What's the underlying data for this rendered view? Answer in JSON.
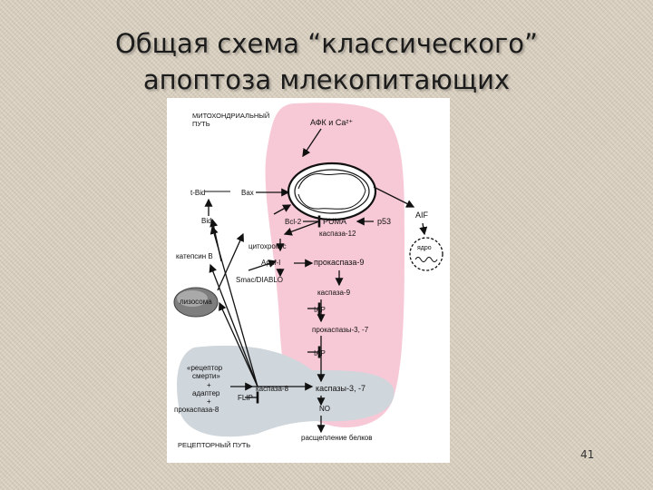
{
  "slide": {
    "title_line1": "Общая схема “классического”",
    "title_line2": "апоптоза млекопитающих",
    "number": "41"
  },
  "colors": {
    "background": "#d9cfbe",
    "mitochondrial_region": "#f7c9d6",
    "receptor_region": "#cfd6dc",
    "lysosome": "#7e7e7e"
  },
  "diagram": {
    "mito_path_l1": "МИТОХОНДРИАЛЬНЫЙ",
    "mito_path_l2": "ПУТЬ",
    "afk": "АФК и Ca²⁺",
    "tbid": "t-Bid",
    "bax": "Bax",
    "bid": "Bid",
    "bcl2": "Bcl-2",
    "puma": "PUMA",
    "p53": "p53",
    "aif": "AIF",
    "caspase12": "каспаза-12",
    "cathepsin": "катепсин B",
    "cytochrome": "цитохром с",
    "apaf": "Apaf-I",
    "smac": "Smac/DIABLO",
    "nucleus": "ядро",
    "procaspase9": "прокаспаза-9",
    "lysosome": "лизосома",
    "caspase9": "каспаза-9",
    "iap1": "IAP",
    "procaspases37": "прокаспазы-3, -7",
    "iap2": "IAP",
    "receptor_l1": "«рецептор",
    "receptor_l2": "смерти»",
    "plus1": "+",
    "adapter": "адаптер",
    "plus2": "+",
    "procaspase8": "прокаспаза-8",
    "caspase8": "каспаза-8",
    "flip": "FLIP",
    "caspases37": "каспазы-3, -7",
    "no": "NO",
    "receptor_path": "РЕЦЕПТОРНЫЙ ПУТЬ",
    "protein_cleavage": "расщепление белков"
  }
}
